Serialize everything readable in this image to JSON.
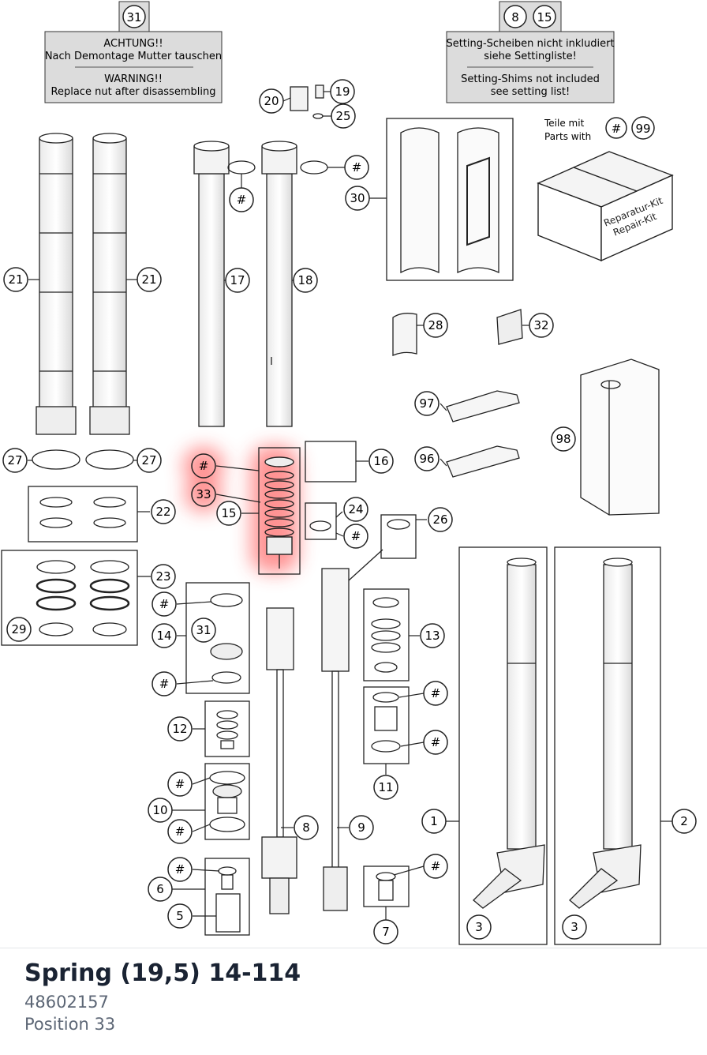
{
  "warning_box": {
    "callout": "31",
    "de_line1": "ACHTUNG!!",
    "de_line2": "Nach Demontage Mutter tauschen",
    "en_line1": "WARNING!!",
    "en_line2": "Replace nut after disassembling"
  },
  "setting_box": {
    "callouts": [
      "8",
      "15"
    ],
    "de_line1": "Setting-Scheiben nicht inkludiert",
    "de_line2": "siehe Settingliste!",
    "en_line1": "Setting-Shims not included",
    "en_line2": "see setting list!"
  },
  "parts_with": {
    "de": "Teile mit",
    "en": "Parts with",
    "symbol": "#",
    "callout": "99"
  },
  "repair_kit": {
    "de": "Reparatur-Kit",
    "en": "Repair-Kit"
  },
  "callouts": {
    "c21a": "21",
    "c21b": "21",
    "c17": "17",
    "c18": "18",
    "c20": "20",
    "c19": "19",
    "c25": "25",
    "h1": "#",
    "h2": "#",
    "c30": "30",
    "c28": "28",
    "c32": "32",
    "c97": "97",
    "c96": "96",
    "c98": "98",
    "c27a": "27",
    "c27b": "27",
    "c16": "16",
    "h3": "#",
    "c33": "33",
    "c15": "15",
    "c24": "24",
    "h4": "#",
    "c22": "22",
    "c26": "26",
    "c23": "23",
    "c29": "29",
    "h5": "#",
    "c14": "14",
    "c31b": "31",
    "h6": "#",
    "c13": "13",
    "h7": "#",
    "h8": "#",
    "c12": "12",
    "c11": "11",
    "h9": "#",
    "c10": "10",
    "h10": "#",
    "c8": "8",
    "c9": "9",
    "c1": "1",
    "c2": "2",
    "h11": "#",
    "h12": "#",
    "c6": "6",
    "c5": "5",
    "c7": "7",
    "c3a": "3",
    "c3b": "3"
  },
  "highlight": {
    "position": "33",
    "color": "#ff3333"
  },
  "product": {
    "title": "Spring (19,5) 14-114",
    "number": "48602157",
    "position_label": "Position 33"
  },
  "colors": {
    "title": "#1a2333",
    "subtitle": "#5c6675",
    "box_fill": "#dcdcdc"
  }
}
